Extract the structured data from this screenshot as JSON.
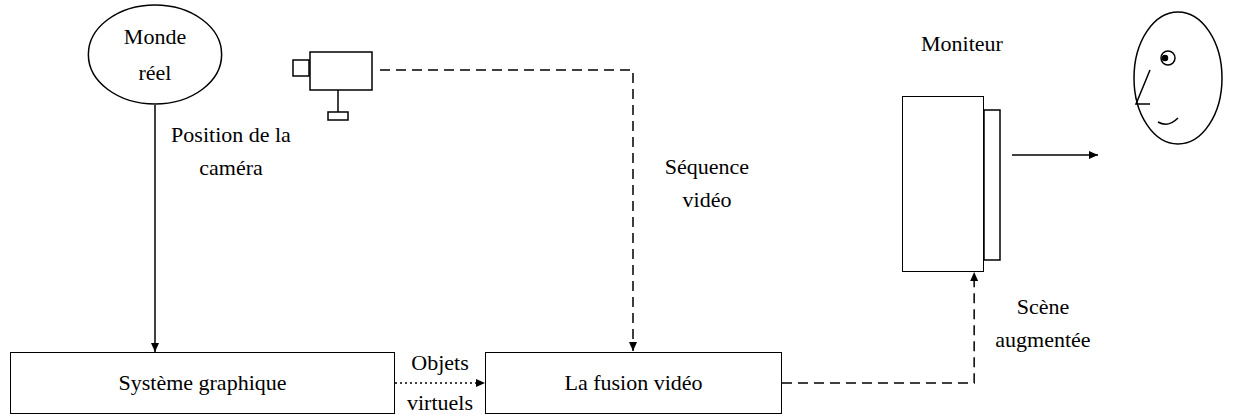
{
  "diagram": {
    "nodes": [
      {
        "text": [
          "Monde réel"
        ]
      },
      {
        "text": [
          "Système graphique"
        ]
      },
      {
        "text": [
          "La fusion vidéo"
        ]
      },
      {
        "text": [
          "Moniteur"
        ]
      }
    ],
    "edges": [
      {
        "from": 0,
        "to": 1,
        "label": "Position de la caméra",
        "arrow": "to"
      },
      {
        "from": 1,
        "to": 2,
        "label": "Objets virtuels",
        "arrow": "to"
      },
      {
        "from": 2,
        "to": 3,
        "label": "Scène augmentée",
        "arrow": "to"
      }
    ],
    "labels": [
      "Séquence vidéo"
    ]
  }
}
